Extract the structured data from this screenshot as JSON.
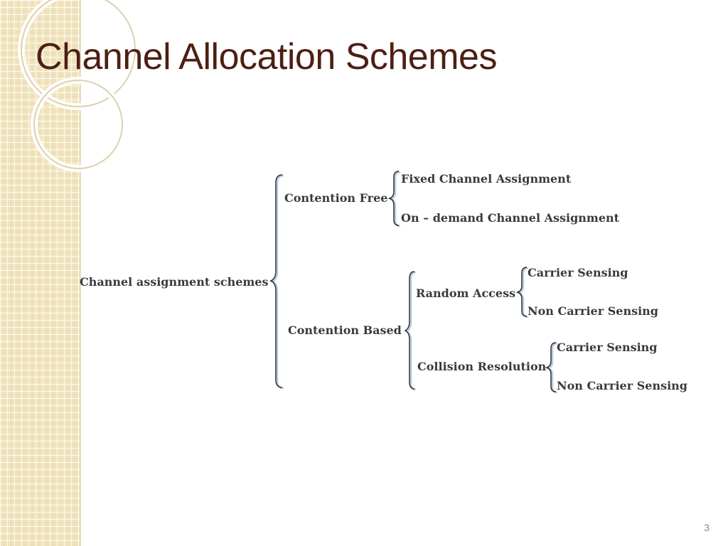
{
  "slide": {
    "title": "Channel Allocation Schemes",
    "page_number": "3"
  },
  "diagram": {
    "root": "Channel assignment schemes",
    "contention_free": {
      "label": "Contention Free",
      "items": [
        "Fixed Channel Assignment",
        "On – demand Channel Assignment"
      ]
    },
    "contention_based": {
      "label": "Contention Based",
      "random_access": {
        "label": "Random Access",
        "items": [
          "Carrier Sensing",
          "Non Carrier Sensing"
        ]
      },
      "collision_resolution": {
        "label": "Collision Resolution",
        "items": [
          "Carrier Sensing",
          "Non Carrier Sensing"
        ]
      }
    }
  },
  "colors": {
    "title": "#4d1f12",
    "strip": "#f1e4bd",
    "text": "#3a3a3a"
  }
}
